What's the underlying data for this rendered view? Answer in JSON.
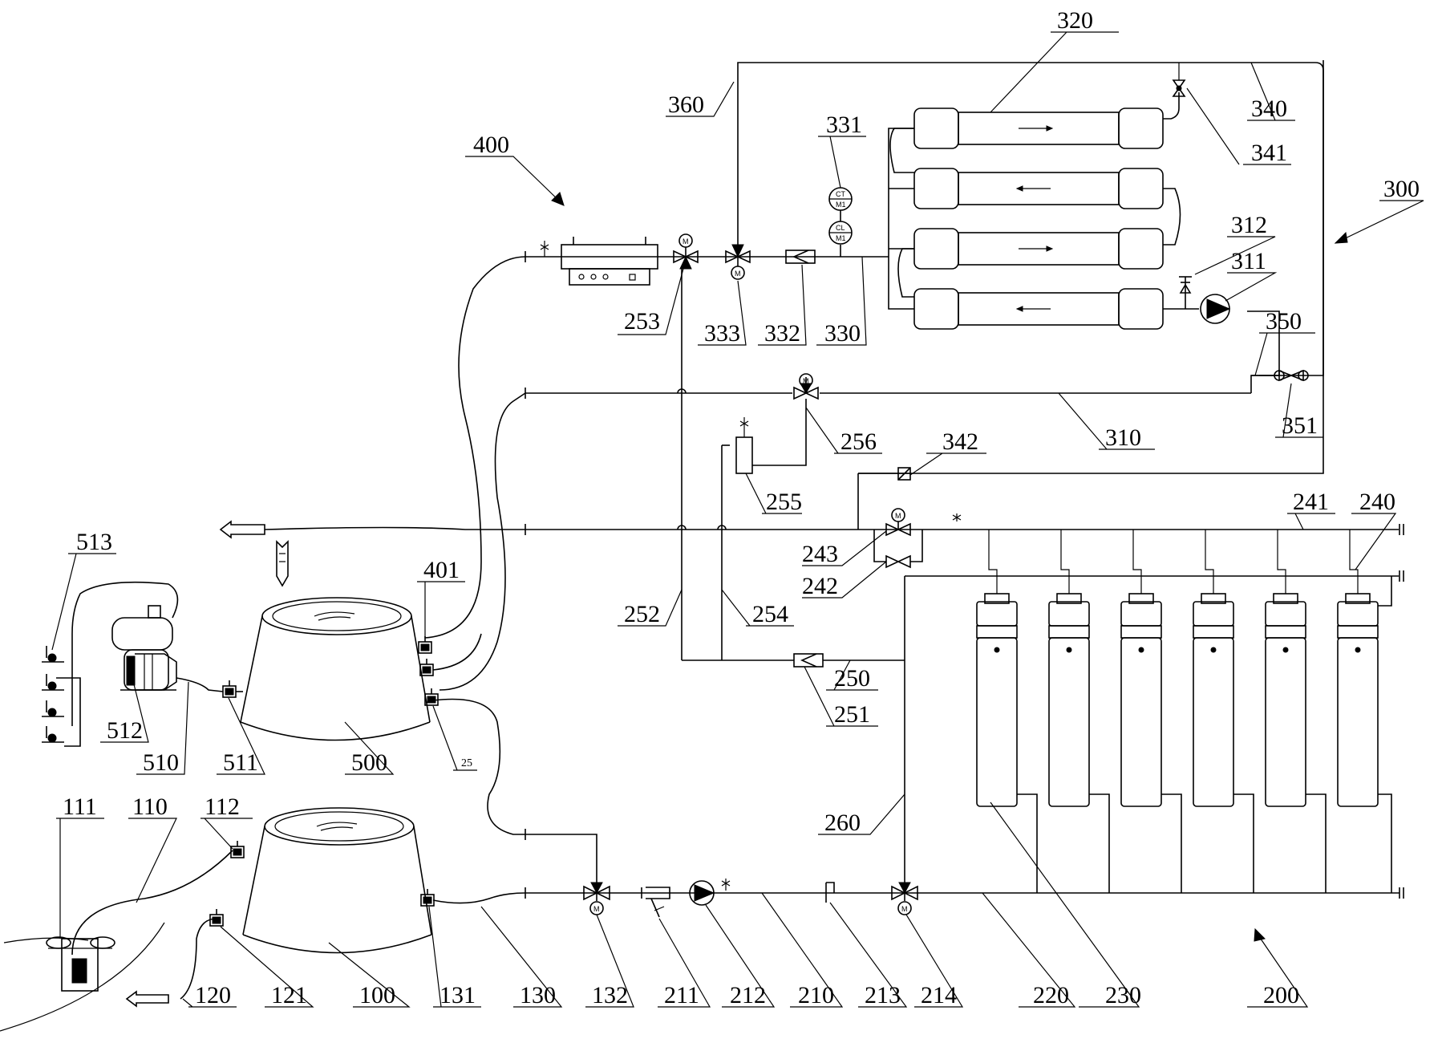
{
  "labels": {
    "l100": "100",
    "l110": "110",
    "l111": "111",
    "l112": "112",
    "l120": "120",
    "l121": "121",
    "l130": "130",
    "l131": "131",
    "l132": "132",
    "l200": "200",
    "l210": "210",
    "l211": "211",
    "l212": "212",
    "l213": "213",
    "l214": "214",
    "l220": "220",
    "l230": "230",
    "l240": "240",
    "l241": "241",
    "l242": "242",
    "l243": "243",
    "l250": "250",
    "l251": "251",
    "l252": "252",
    "l253": "253",
    "l254": "254",
    "l255": "255",
    "l256": "256",
    "l260": "260",
    "l300": "300",
    "l310": "310",
    "l311": "311",
    "l312": "312",
    "l320": "320",
    "l330": "330",
    "l331": "331",
    "l332": "332",
    "l333": "333",
    "l340": "340",
    "l341": "341",
    "l342": "342",
    "l350": "350",
    "l351": "351",
    "l360": "360",
    "l400": "400",
    "l401": "401",
    "l500": "500",
    "l510": "510",
    "l511": "511",
    "l512": "512",
    "l513": "513",
    "l25": "25"
  },
  "motor_mark": "M",
  "instrument_marks": {
    "ct": "CT",
    "cl": "CL",
    "m1": "M1"
  }
}
